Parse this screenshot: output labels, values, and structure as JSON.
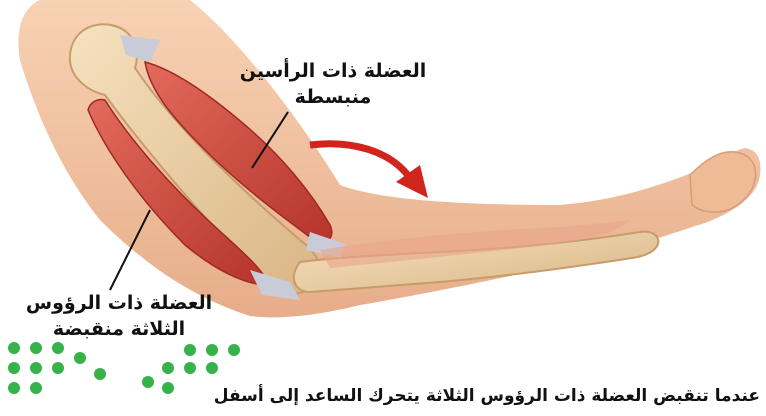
{
  "labels": {
    "biceps": [
      "العضلة ذات الرأسين",
      "منبسطة"
    ],
    "triceps": [
      "العضلة ذات الرؤوس",
      "الثلاثة منقبضة"
    ]
  },
  "caption": "عندما تنقبض العضلة ذات الرؤوس الثلاثة يتحرك الساعد إلى أسفل",
  "colors": {
    "skin": "#f4c7a4",
    "skin_shadow": "#e2a987",
    "bone": "#f1d6ad",
    "bone_shadow": "#d7b383",
    "muscle": "#d9534a",
    "muscle_dark": "#b5322b",
    "tendon": "#c9ccd8",
    "arrow": "#d0241d",
    "logo_green": "#35b34a"
  }
}
